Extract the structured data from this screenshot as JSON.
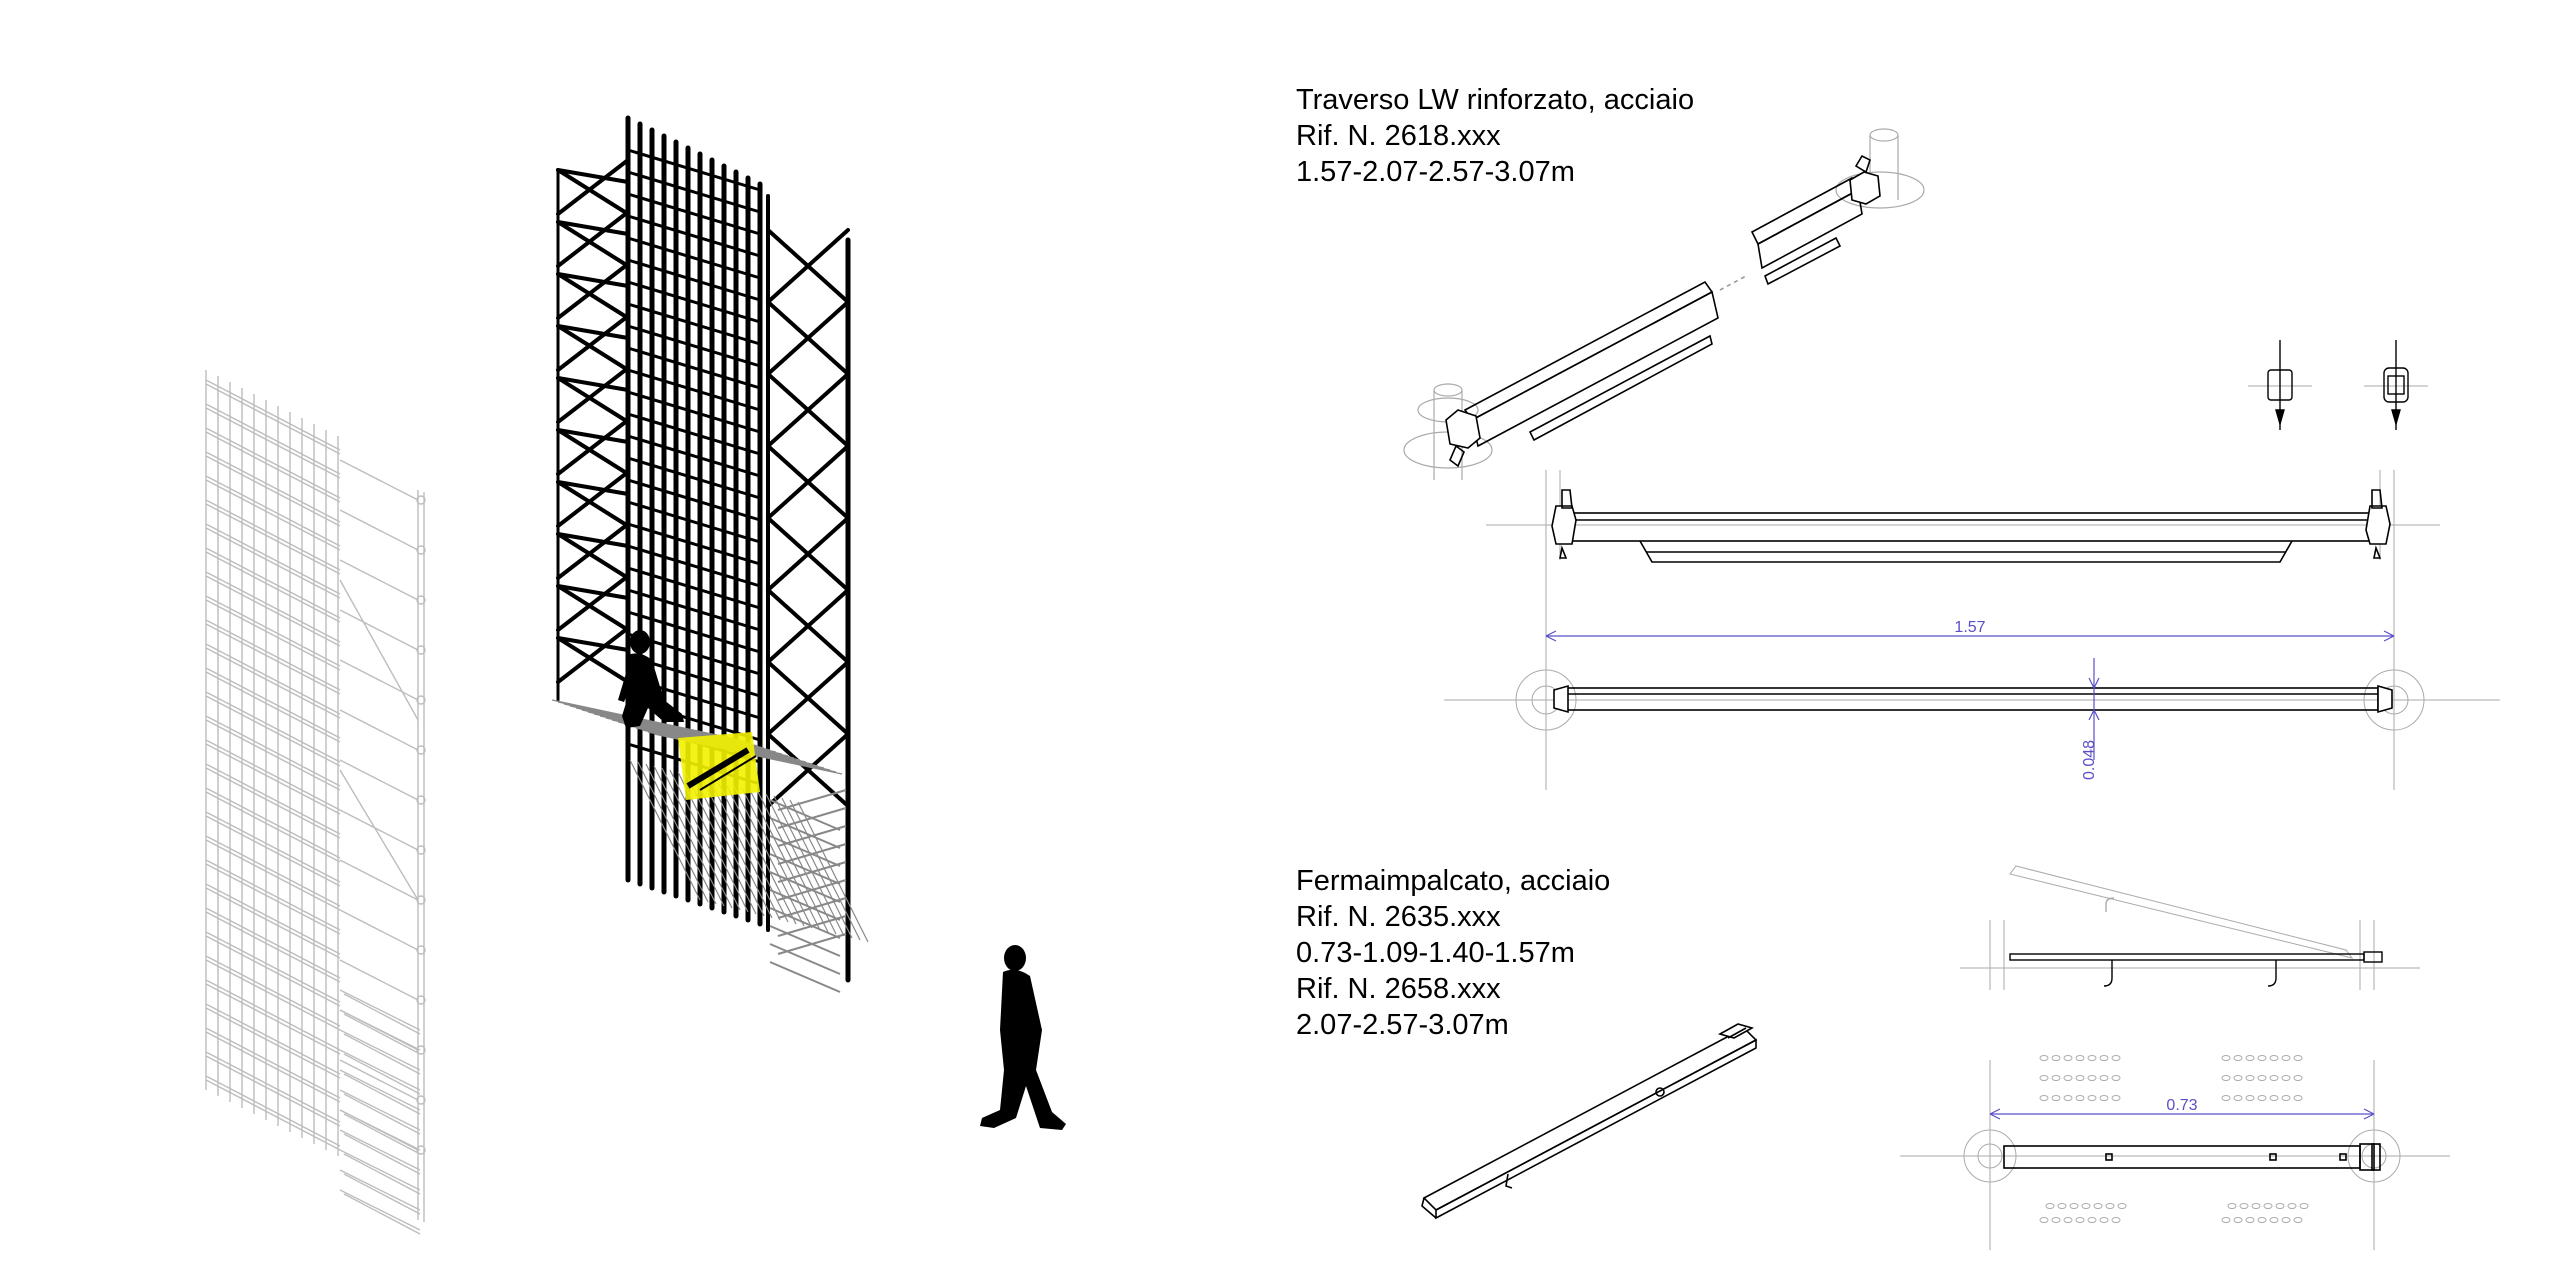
{
  "colors": {
    "background": "#ffffff",
    "ink": "#000000",
    "dimension": "#5a4fc9",
    "highlight": "#f2f200",
    "faint": "#b8b8b8"
  },
  "components": [
    {
      "lines": [
        "Traverso LW rinforzato, acciaio",
        "Rif. N. 2618.xxx",
        "1.57-2.07-2.57-3.07m"
      ],
      "dimensions": {
        "length": "1.57",
        "section": "0.048"
      }
    },
    {
      "lines": [
        "Fermaimpalcato, acciaio",
        "Rif. N. 2635.xxx",
        "0.73-1.09-1.40-1.57m",
        "Rif. N. 2658.xxx",
        "2.07-2.57-3.07m"
      ],
      "dimensions": {
        "length": "0.73"
      }
    }
  ],
  "icons": [
    "scaffold-ghost-icon",
    "scaffold-tower-icon",
    "seated-person-icon",
    "walking-person-icon"
  ]
}
